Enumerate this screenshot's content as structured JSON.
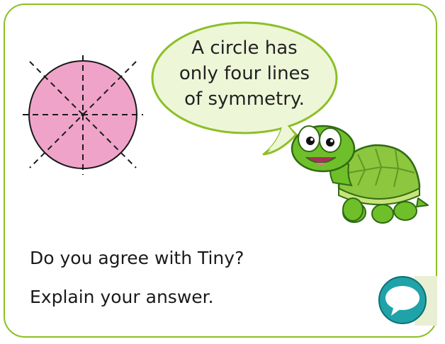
{
  "speech_bubble": {
    "lines": [
      "A circle has",
      "only four lines",
      "of symmetry."
    ]
  },
  "questions": {
    "line1": "Do you agree with Tiny?",
    "line2": "Explain your answer."
  },
  "colors": {
    "border": "#8cbf26",
    "circle_fill": "#f0a3c8",
    "bubble_fill": "#eef6d8",
    "turtle_shell": "#8dc63f",
    "turtle_skin": "#6fbf2a",
    "discuss_button": "#1fa3a8"
  },
  "icons": {
    "discuss": "speech-bubble-icon",
    "character": "turtle-character"
  }
}
